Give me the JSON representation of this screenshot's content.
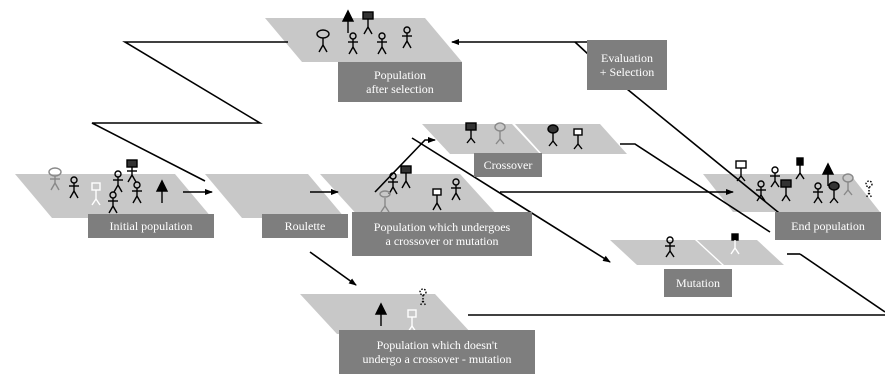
{
  "labels": {
    "initial_population": "Initial population",
    "roulette": "Roulette",
    "population_crossover_or_mutation": [
      "Population which undergoes",
      "a crossover or mutation"
    ],
    "crossover": "Crossover",
    "mutation": "Mutation",
    "population_no_crossover": [
      "Population which doesn't",
      "undergo a crossover - mutation"
    ],
    "end_population": "End population",
    "evaluation_selection": [
      "Evaluation",
      "+ Selection"
    ],
    "population_after_selection": [
      "Population",
      "after selection"
    ]
  },
  "colors": {
    "platform": "#c8c8c8",
    "label_box": "#7e7e7e",
    "line": "#000000",
    "label_text": "#ffffff"
  },
  "icons": [
    "stick-figure-icon",
    "flag-figure-icon",
    "tree-figure-icon",
    "oval-head-figure-icon",
    "dotted-figure-icon",
    "white-figure-icon"
  ]
}
